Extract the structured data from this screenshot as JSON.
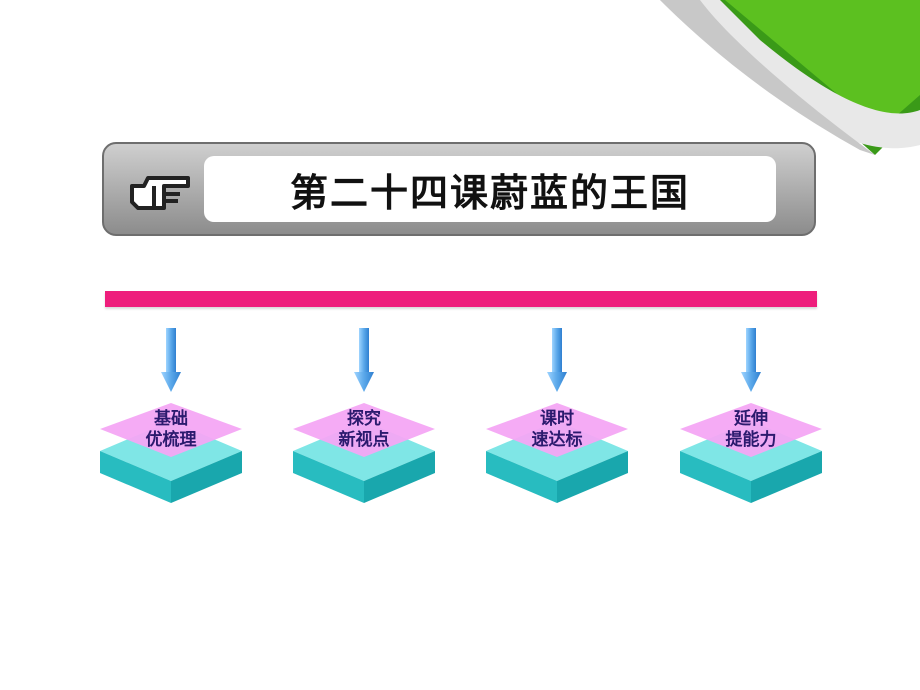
{
  "title": {
    "lesson": "第二十四课",
    "name": "蔚蓝的王国"
  },
  "sections": [
    {
      "line1": "基础",
      "line2": "优梳理"
    },
    {
      "line1": "探究",
      "line2": "新视点"
    },
    {
      "line1": "课时",
      "line2": "速达标"
    },
    {
      "line1": "延伸",
      "line2": "提能力"
    }
  ],
  "colors": {
    "accent_line": "#ee1e7c",
    "block_top": "#f08ef0",
    "block_base": "#2fcfcf",
    "arrow": "#6fb6f0"
  }
}
